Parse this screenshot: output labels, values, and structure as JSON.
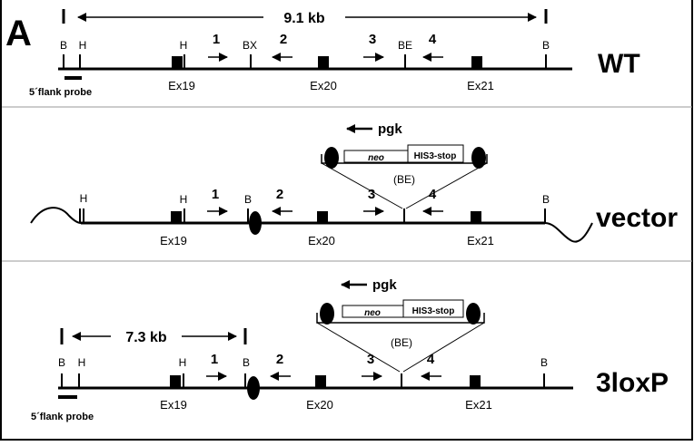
{
  "panel_label": "A",
  "rows": {
    "wt": {
      "name": "WT",
      "span": "9.1 kb",
      "sites": [
        "B",
        "H",
        "H",
        "BX",
        "BE",
        "B"
      ],
      "exons": [
        "Ex19",
        "Ex20",
        "Ex21"
      ],
      "primers": [
        "1",
        "2",
        "3",
        "4"
      ],
      "probe": "5´flank probe"
    },
    "vector": {
      "name": "vector",
      "sites": [
        "H",
        "H",
        "B",
        "B"
      ],
      "exons": [
        "Ex19",
        "Ex20",
        "Ex21"
      ],
      "primers": [
        "1",
        "2",
        "3",
        "4"
      ],
      "cassette": {
        "promoter": "pgk",
        "gene": "neo",
        "marker": "HIS3-stop",
        "insert_site": "(BE)"
      }
    },
    "loxp": {
      "name": "3loxP",
      "span": "7.3 kb",
      "sites": [
        "B",
        "H",
        "H",
        "B",
        "B"
      ],
      "exons": [
        "Ex19",
        "Ex20",
        "Ex21"
      ],
      "primers": [
        "1",
        "2",
        "3",
        "4"
      ],
      "probe": "5´flank probe",
      "cassette": {
        "promoter": "pgk",
        "gene": "neo",
        "marker": "HIS3-stop",
        "insert_site": "(BE)"
      }
    }
  }
}
